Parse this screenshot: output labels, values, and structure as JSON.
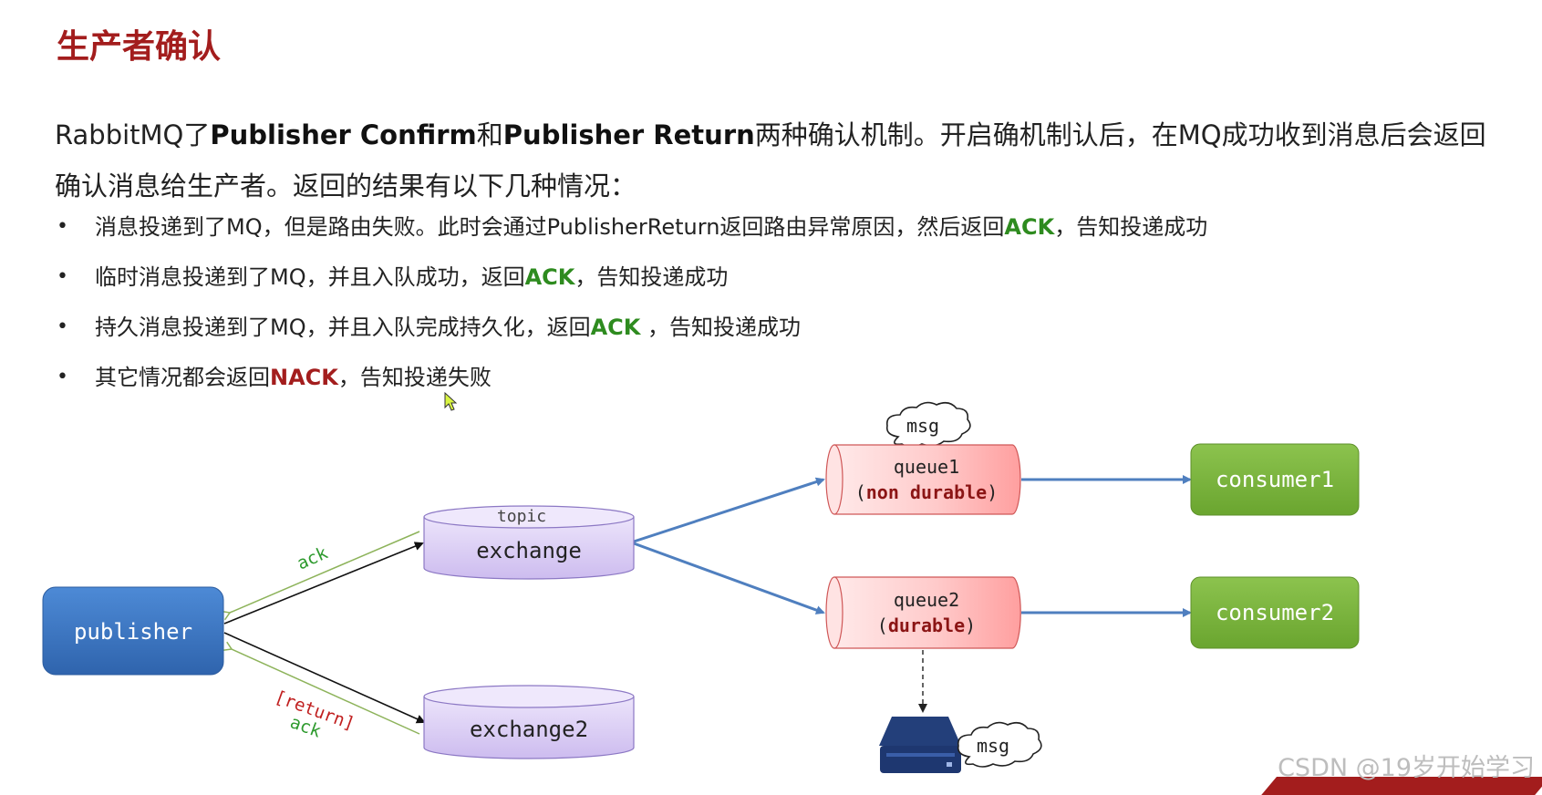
{
  "title": "生产者确认",
  "intro": {
    "part1": "RabbitMQ了",
    "bold1": "Publisher Confirm",
    "part2": "和",
    "bold2": "Publisher Return",
    "part3": "两种确认机制。开启确机制认后，在MQ成功收到消息后会返回确认消息给生产者。返回的结果有以下几种情况："
  },
  "bullets": [
    {
      "before": "消息投递到了MQ，但是路由失败。此时会通过PublisherReturn返回路由异常原因，然后返回",
      "status": "ACK",
      "after": "，告知投递成功"
    },
    {
      "before": "临时消息投递到了MQ，并且入队成功，返回",
      "status": "ACK",
      "after": "，告知投递成功"
    },
    {
      "before": "持久消息投递到了MQ，并且入队完成持久化，返回",
      "status": "ACK",
      "after": " ，告知投递成功"
    },
    {
      "before": "其它情况都会返回",
      "status": "NACK",
      "after": "，告知投递失败"
    }
  ],
  "bullet_symbol": "•",
  "diagram": {
    "publisher": "publisher",
    "exchange_type": "topic",
    "exchange": "exchange",
    "exchange2": "exchange2",
    "queue1_name": "queue1",
    "queue1_open": "(",
    "queue1_mode": "non durable",
    "queue1_close": ")",
    "queue2_name": "queue2",
    "queue2_open": "(",
    "queue2_mode": "durable",
    "queue2_close": ")",
    "consumer1": "consumer1",
    "consumer2": "consumer2",
    "msg_top": "msg",
    "msg_disk": "msg",
    "ack_upper": "ack",
    "return_label": "[return]",
    "ack_lower": "ack"
  },
  "colors": {
    "title_red": "#a31d1d",
    "ack_green": "#2e8b1f",
    "publisher_blue": "#3a74c0",
    "consumer_green": "#79b33d",
    "exchange_purple": "#dcd0f3",
    "queue_pink": "#ffc9c9",
    "arrow_blue": "#4f7fbf"
  },
  "watermark": "CSDN @19岁开始学习"
}
